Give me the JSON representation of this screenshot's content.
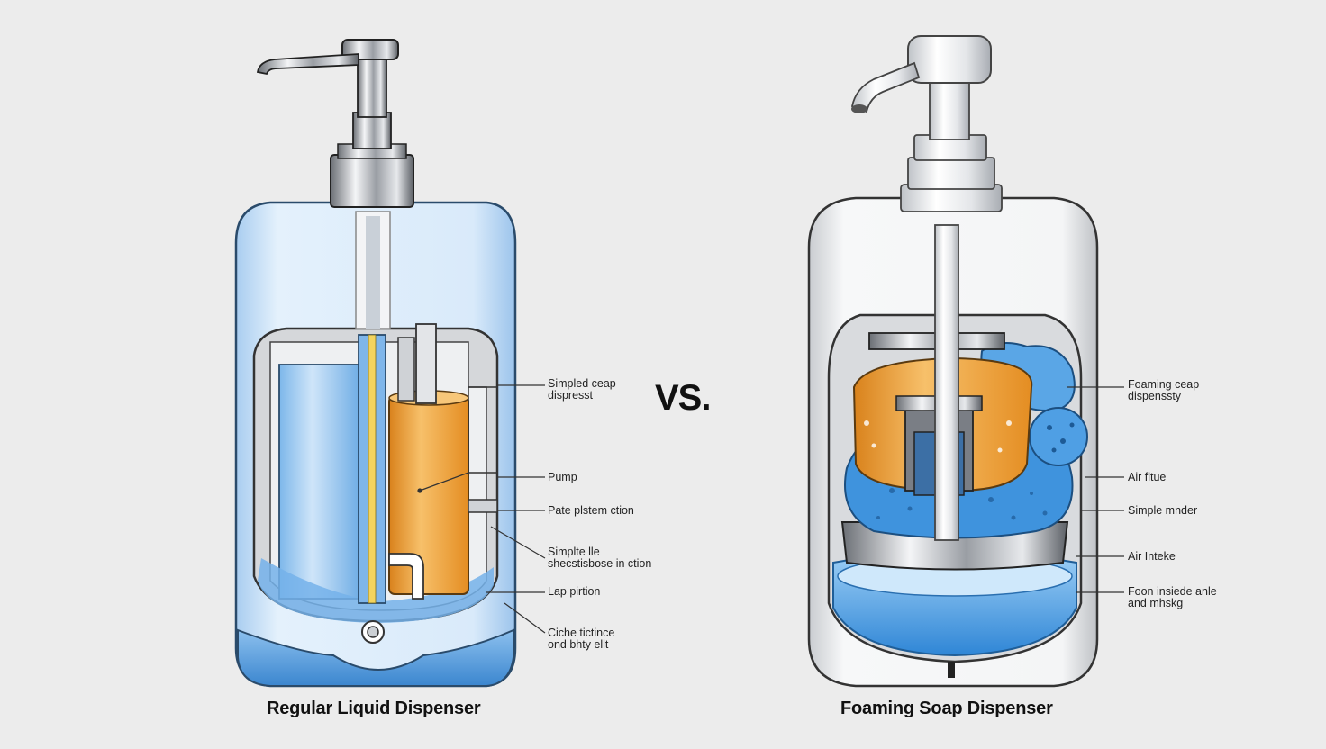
{
  "vs_label": "VS.",
  "left": {
    "caption": "Regular Liquid Dispenser",
    "callouts": [
      "Simpled ceap\ndispresst",
      "Pump",
      "Pate plstem ction",
      "Simplte lle\nshecstisbose in ction",
      "Lap pirtion",
      "Ciche tictince\nond bhty ellt"
    ]
  },
  "right": {
    "caption": "Foaming Soap Dispenser",
    "callouts": [
      "Foaming ceap\ndispenssty",
      "Air fltue",
      "Simple mnder",
      "Air Inteke",
      "Foon insiede anle\nand mhskg"
    ]
  },
  "colors": {
    "background": "#ececec",
    "liquid_blue": "#5fa8e0",
    "bottle_tint": "#d4e8fa",
    "pump_orange": "#f0a63a",
    "chrome": "#c8ccd2",
    "foam_blue": "#3d93dc"
  }
}
